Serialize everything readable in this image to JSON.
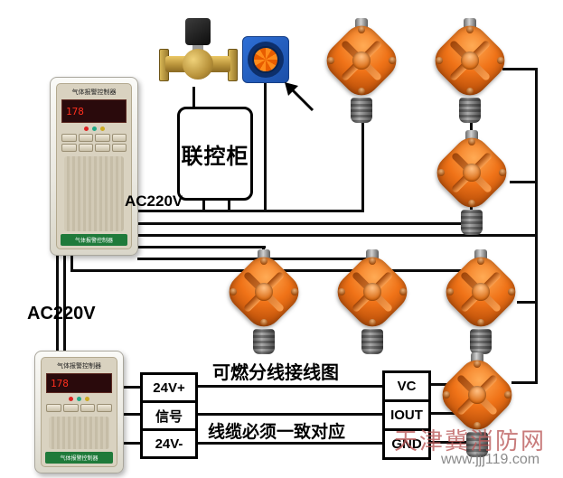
{
  "diagram": {
    "labels": {
      "ac220v_top": "AC220V",
      "ac220v_bottom": "AC220V",
      "cabinet": "联控柜",
      "title": "可燃分线接线图",
      "note": "线缆必须一致对应"
    },
    "panel": {
      "title": "气体报警控制器",
      "display": "178",
      "footer": "气体报警控制器"
    },
    "terminals_left": [
      "24V+",
      "信号",
      "24V-"
    ],
    "terminals_right": [
      "VC",
      "IOUT",
      "GND"
    ],
    "watermark": {
      "cn": "天津冀消防网",
      "url": "www.jjj119.com"
    },
    "colors": {
      "wire": "#0b0b0b",
      "detector_orange": "#e8650f",
      "panel_green": "#1f7a3a",
      "fan_blue": "#2e6fd6",
      "valve_brass": "#c9a23f"
    }
  }
}
